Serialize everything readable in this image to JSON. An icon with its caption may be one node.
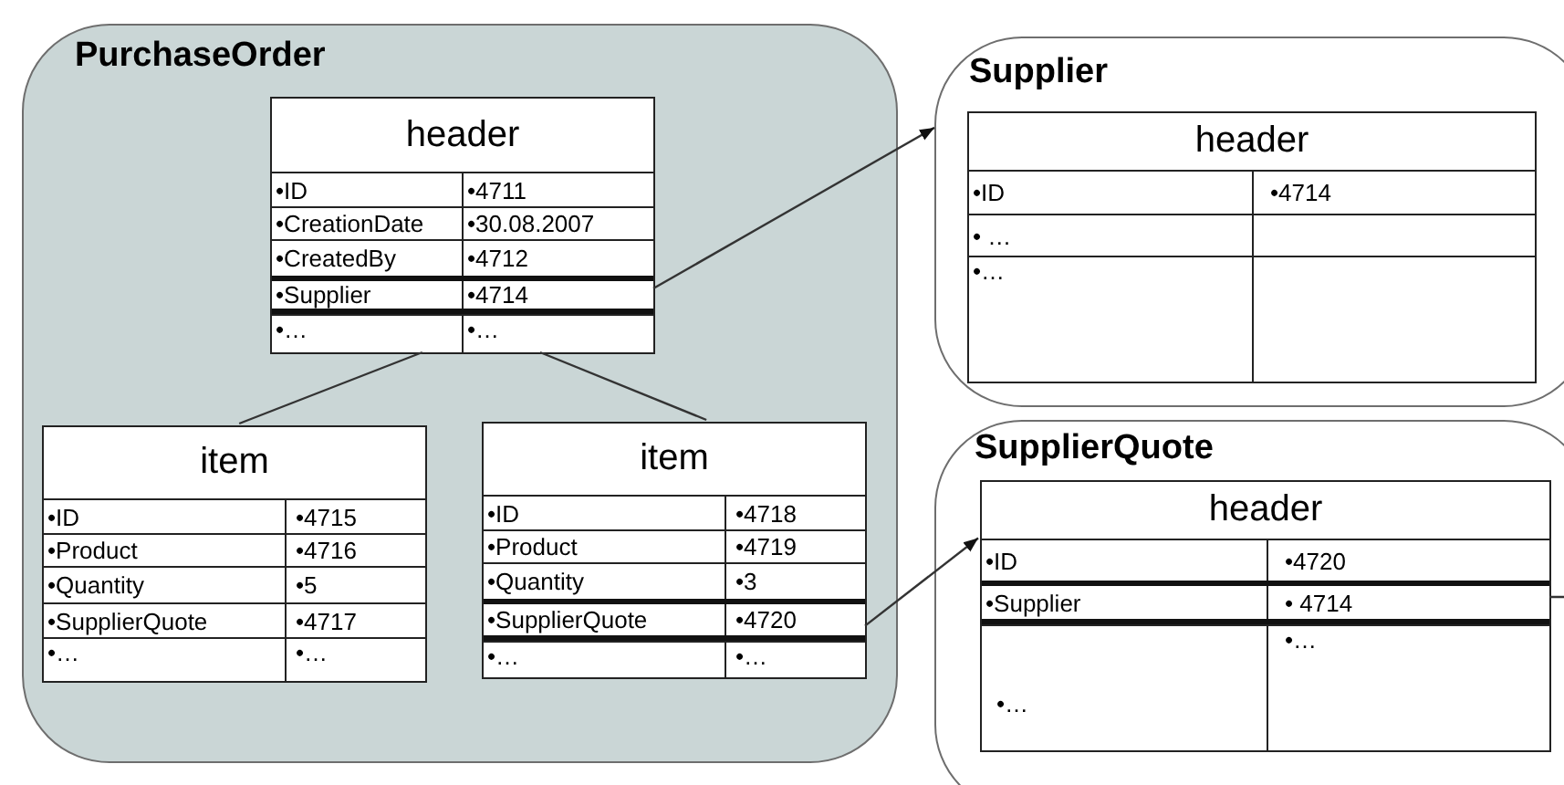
{
  "diagram": {
    "nodes": [
      {
        "text": [
          "PurchaseOrder"
        ]
      },
      {
        "text": [
          "header",
          "•ID",
          "•4711",
          "•CreationDate",
          "•30.08.2007",
          "•CreatedBy",
          "•4712",
          "•Supplier",
          "•4714",
          "•…",
          "•…"
        ],
        "in": 0
      },
      {
        "text": [
          "item",
          "•ID",
          "•4715",
          "•Product",
          "•4716",
          "•Quantity",
          "•5",
          "•SupplierQuote",
          "•4717",
          "•…",
          "•…"
        ],
        "in": 0
      },
      {
        "text": [
          "item",
          "•ID",
          "•4718",
          "•Product",
          "•4719",
          "•Quantity",
          "•3",
          "•SupplierQuote",
          "•4720",
          "•…",
          "•…"
        ],
        "in": 0
      },
      {
        "text": [
          "Supplier"
        ]
      },
      {
        "text": [
          "header",
          "•ID",
          "•4714",
          "• …",
          "•…"
        ],
        "in": 4
      },
      {
        "text": [
          "SupplierQuote"
        ]
      },
      {
        "text": [
          "header",
          "•ID",
          "•4720",
          "•Supplier",
          "• 4714",
          "•…",
          "•…"
        ],
        "in": 6
      }
    ],
    "edges": [
      {
        "from": 1,
        "to": 2,
        "arrow": "none"
      },
      {
        "from": 1,
        "to": 3,
        "arrow": "none"
      },
      {
        "from": 1,
        "to": 4,
        "arrow": "to"
      },
      {
        "from": 3,
        "to": 7,
        "arrow": "to"
      },
      {
        "from": 7,
        "to": null,
        "arrow": "none"
      }
    ]
  }
}
